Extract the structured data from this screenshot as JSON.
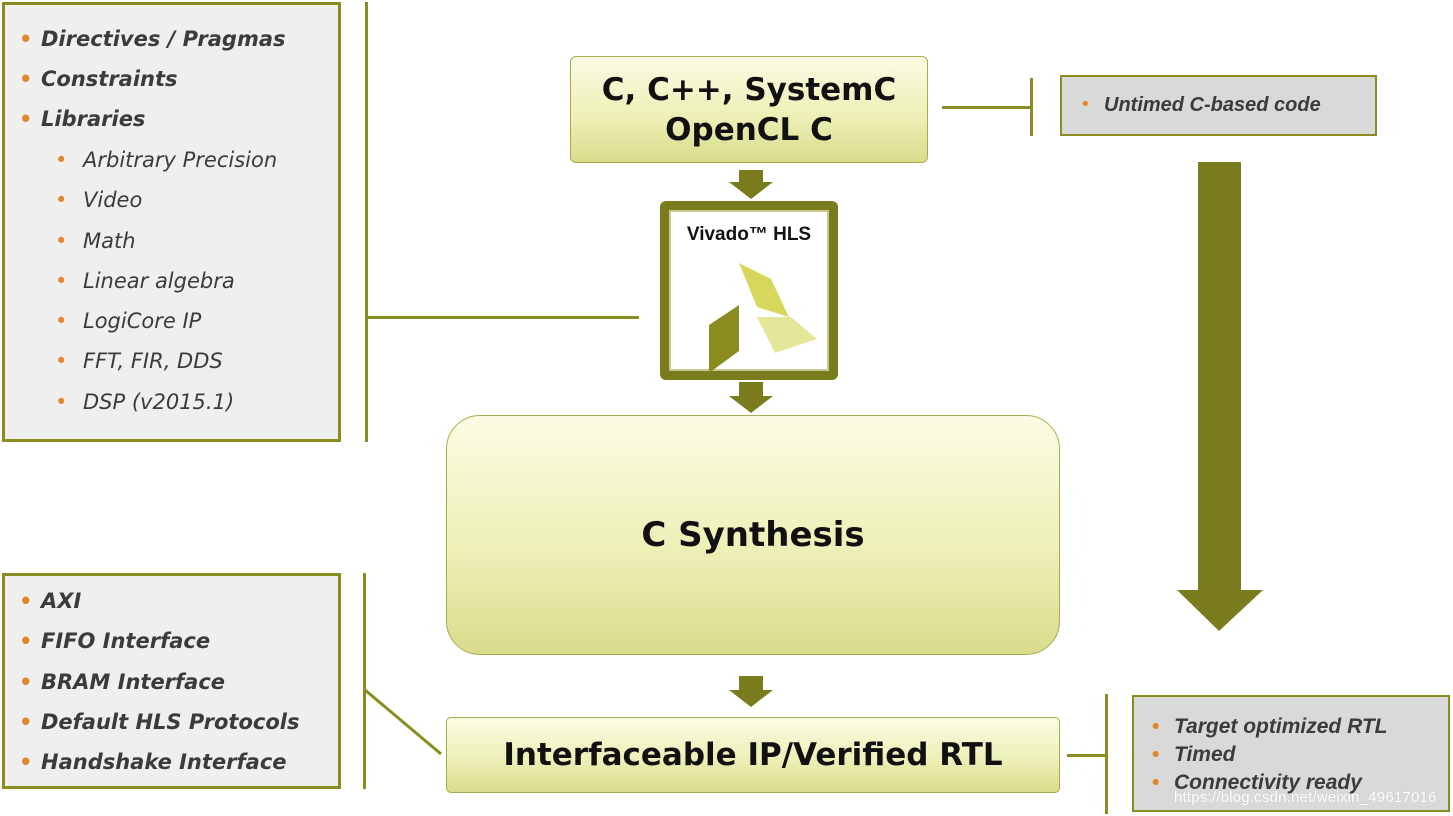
{
  "left_top_panel": {
    "main_items": [
      "Directives / Pragmas",
      "Constraints",
      "Libraries"
    ],
    "library_items": [
      "Arbitrary Precision",
      "Video",
      "Math",
      "Linear algebra",
      "LogiCore IP",
      "FFT, FIR, DDS",
      "DSP (v2015.1)"
    ]
  },
  "input_box": {
    "line1": "C, C++, SystemC",
    "line2": "OpenCL C"
  },
  "untimed_note": {
    "text": "Untimed C-based code"
  },
  "hls_tool": {
    "label": "Vivado™ HLS"
  },
  "synthesis_box": {
    "label": "C Synthesis"
  },
  "output_box": {
    "label": "Interfaceable IP/Verified RTL"
  },
  "interfaces_panel": {
    "items": [
      "AXI",
      "FIFO Interface",
      "BRAM Interface",
      "Default HLS Protocols",
      "Handshake Interface"
    ]
  },
  "rtl_features": {
    "items": [
      "Target optimized RTL",
      "Timed",
      "Connectivity ready"
    ]
  },
  "watermark": "https://blog.csdn.net/weixin_49617016",
  "colors": {
    "olive": "#7a7b1c",
    "panel_border": "#8a8c20",
    "bullet": "#e3872e",
    "box_fill": "#eef0b8"
  },
  "bullet_glyph": "•"
}
